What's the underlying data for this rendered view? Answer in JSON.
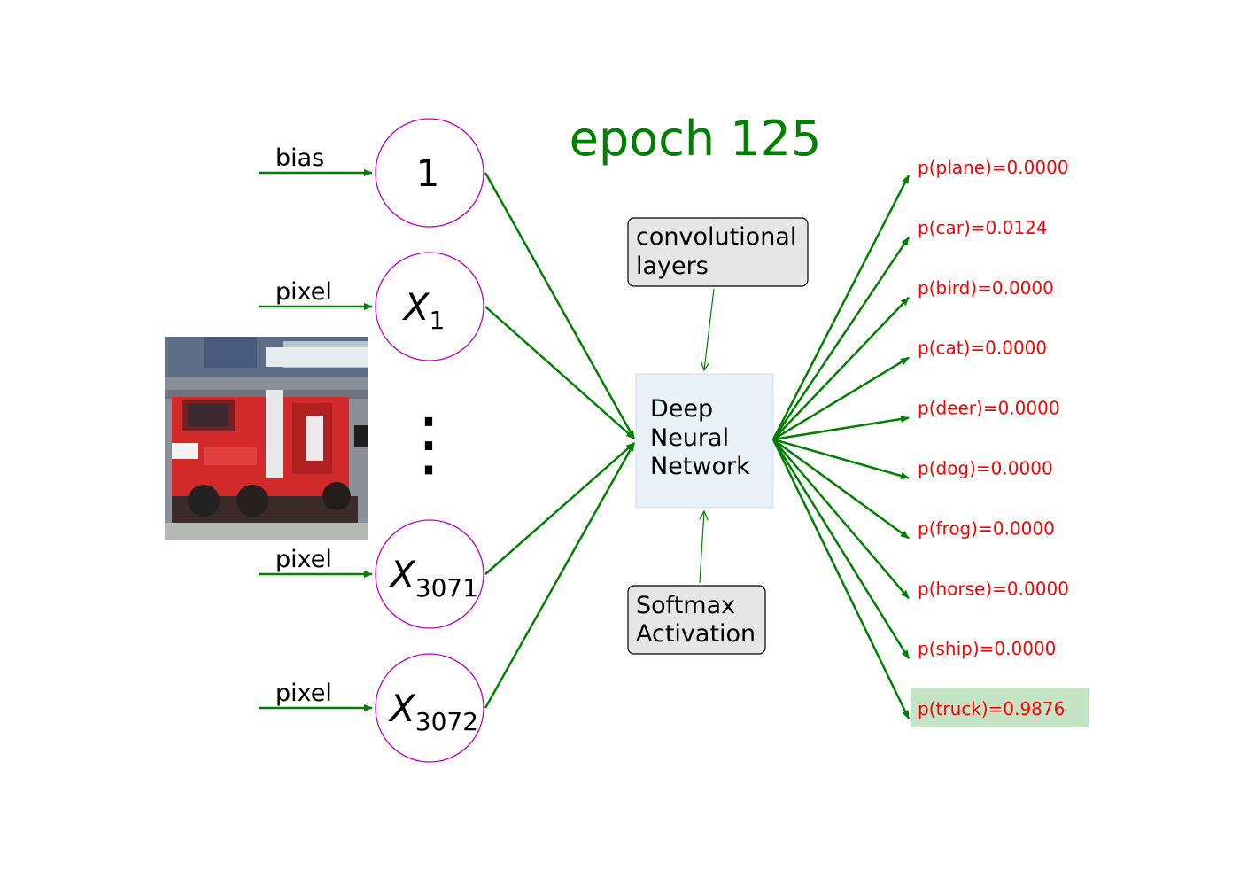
{
  "title": "epoch 125",
  "colors": {
    "title": "#008000",
    "arrow": "#008000",
    "node_border": "#bf00bf",
    "prob_text": "#ff0000",
    "highlight_bg": "#c5e3c5",
    "dnn_bg": "#e8f0f8",
    "callout_bg": "#e6e6e6"
  },
  "inputs": [
    {
      "label": "bias",
      "node": "1"
    },
    {
      "label": "pixel",
      "node": "X",
      "sub": "1"
    },
    {
      "label": "pixel",
      "node": "X",
      "sub": "3071"
    },
    {
      "label": "pixel",
      "node": "X",
      "sub": "3072"
    }
  ],
  "ellipsis": "⋮",
  "image": {
    "icon": "fire-truck-image"
  },
  "dnn": {
    "line1": "Deep",
    "line2": "Neural",
    "line3": "Network"
  },
  "callouts": {
    "conv_line1": "convolutional",
    "conv_line2": "layers",
    "softmax_line1": "Softmax",
    "softmax_line2": "Activation"
  },
  "outputs": [
    {
      "text": "p(plane)=0.0000",
      "highlight": false
    },
    {
      "text": "p(car)=0.0124",
      "highlight": false
    },
    {
      "text": "p(bird)=0.0000",
      "highlight": false
    },
    {
      "text": "p(cat)=0.0000",
      "highlight": false
    },
    {
      "text": "p(deer)=0.0000",
      "highlight": false
    },
    {
      "text": "p(dog)=0.0000",
      "highlight": false
    },
    {
      "text": "p(frog)=0.0000",
      "highlight": false
    },
    {
      "text": "p(horse)=0.0000",
      "highlight": false
    },
    {
      "text": "p(ship)=0.0000",
      "highlight": false
    },
    {
      "text": "p(truck)=0.9876",
      "highlight": true
    }
  ]
}
